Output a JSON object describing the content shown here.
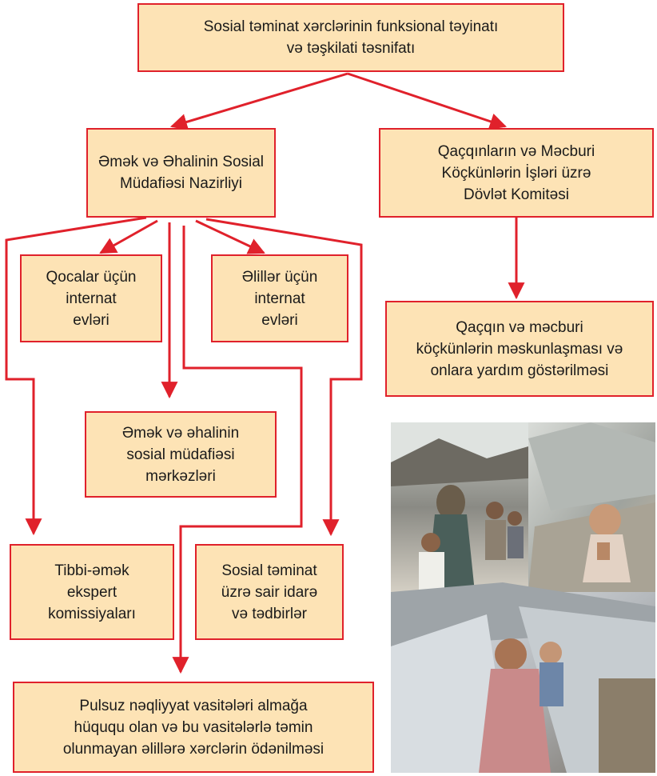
{
  "colors": {
    "box_fill": "#fde3b5",
    "border": "#e0212b",
    "arrow": "#e0212b"
  },
  "boxes": {
    "root": "Sosial təminat xərclərinin funksional təyinatı\nvə təşkilati təsnifatı",
    "ministry": "Əmək və Əhalinin Sosial\nMüdafiəsi Nazirliyi",
    "committee": "Qaçqınların və Məcburi\nKöçkünlərin İşləri üzrə\nDövlət Komitəsi",
    "elderly": "Qocalar üçün\ninternat\nevləri",
    "disabled": "Əlillər üçün\ninternat\nevləri",
    "refugees": "Qaçqın və məcburi\nköçkünlərin məskunlaşması və\nonlara yardım göstərilməsi",
    "centers": "Əmək və əhalinin\nsosial müdafiəsi\nmərkəzləri",
    "medical": "Tibbi-əmək\nekspert\nkomissiyaları",
    "other": "Sosial təminat\nüzrə sair idarə\nvə tədbirlər",
    "transport": "Pulsuz nəqliyyat vasitələri almağa\nhüququ olan və bu vasitələrlə təmin\nolunmayan əlillərə xərclərin ödənilməsi"
  },
  "photo": {
    "description_icon": "refugee-camp-photo-collage"
  }
}
